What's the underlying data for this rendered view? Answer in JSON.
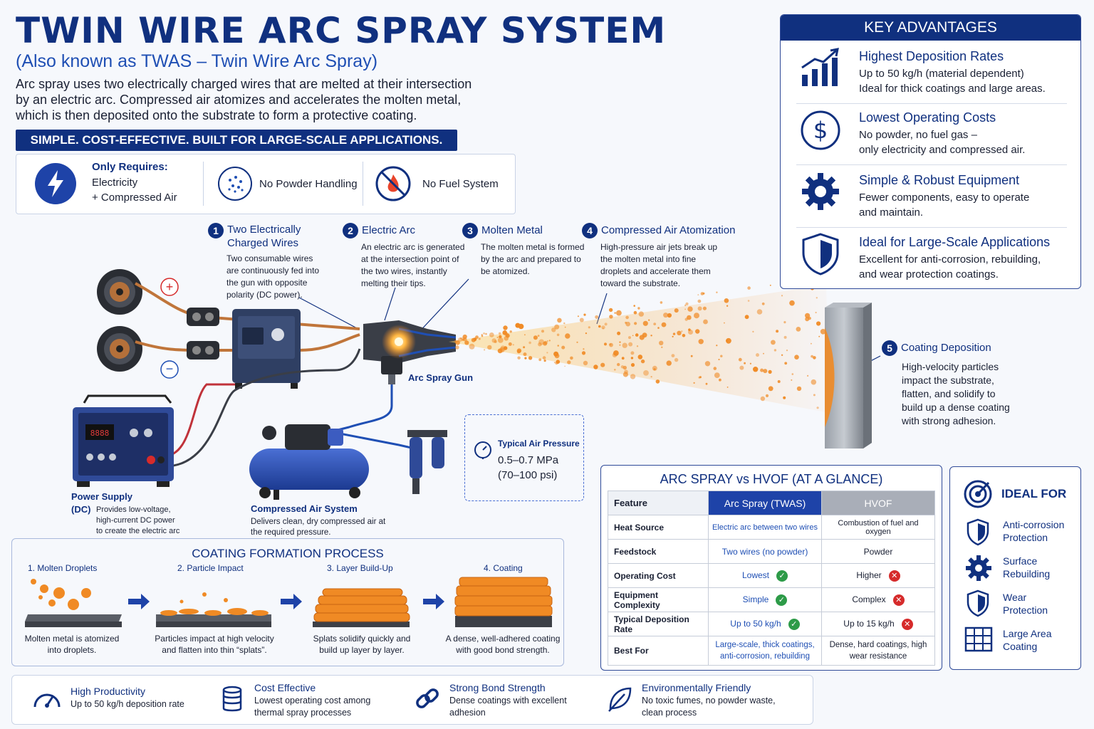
{
  "header": {
    "title": "TWIN WIRE ARC SPRAY SYSTEM",
    "subtitle": "(Also known as TWAS – Twin Wire Arc Spray)",
    "intro": "Arc spray uses two electrically charged wires that are melted at their intersection by an electric arc. Compressed air atomizes and accelerates the molten metal, which is then deposited onto the substrate to form a protective coating.",
    "banner": "SIMPLE. COST-EFFECTIVE. BUILT FOR LARGE-SCALE APPLICATIONS."
  },
  "requirements": {
    "only_requires_title": "Only Requires:",
    "only_requires_line1": "Electricity",
    "only_requires_line2": "+ Compressed Air",
    "no_powder": "No Powder Handling",
    "no_fuel": "No Fuel System"
  },
  "steps": [
    {
      "num": "1",
      "title": "Two Electrically Charged Wires",
      "desc": "Two consumable wires are continuously fed into the gun with opposite polarity (DC power)."
    },
    {
      "num": "2",
      "title": "Electric Arc",
      "desc": "An electric arc is generated at the intersection point of the two wires, instantly melting their tips."
    },
    {
      "num": "3",
      "title": "Molten Metal",
      "desc": "The molten metal is formed by the arc and prepared to be atomized."
    },
    {
      "num": "4",
      "title": "Compressed Air Atomization",
      "desc": "High-pressure air jets break up the molten metal into fine droplets and accelerate them toward the substrate."
    },
    {
      "num": "5",
      "title": "Coating Deposition",
      "desc": "High-velocity particles impact the substrate, flatten, and solidify to build up a dense coating with strong adhesion."
    }
  ],
  "labels": {
    "gun": "Arc Spray Gun",
    "power_title": "Power Supply",
    "power_dc": "(DC)",
    "power_desc": "Provides low-voltage, high-current DC power to create the electric arc between the wires.",
    "compressor_title": "Compressed Air System",
    "compressor_desc": "Delivers clean, dry compressed air at the required pressure.",
    "pressure_title": "Typical Air Pressure",
    "pressure_value": "0.5–0.7 MPa",
    "pressure_psi": "(70–100 psi)",
    "plus": "+",
    "minus": "−"
  },
  "advantages": {
    "heading": "KEY ADVANTAGES",
    "items": [
      {
        "title": "Highest Deposition Rates",
        "line1": "Up to 50 kg/h (material dependent)",
        "line2": "Ideal for thick coatings and large areas."
      },
      {
        "title": "Lowest Operating Costs",
        "line1": "No powder, no fuel gas –",
        "line2": "only electricity and compressed air."
      },
      {
        "title": "Simple & Robust Equipment",
        "line1": "Fewer components, easy to operate",
        "line2": "and maintain."
      },
      {
        "title": "Ideal for Large-Scale Applications",
        "line1": "Excellent for anti-corrosion, rebuilding,",
        "line2": "and wear protection coatings."
      }
    ]
  },
  "comparison": {
    "heading": "ARC SPRAY vs HVOF (AT A GLANCE)",
    "col_feature": "Feature",
    "col_arc": "Arc Spray (TWAS)",
    "col_hvof": "HVOF",
    "rows": [
      {
        "feature": "Heat Source",
        "arc": "Electric arc between two wires",
        "hvof": "Combustion of fuel and oxygen",
        "mark": ""
      },
      {
        "feature": "Feedstock",
        "arc": "Two wires (no powder)",
        "hvof": "Powder",
        "mark": ""
      },
      {
        "feature": "Operating Cost",
        "arc": "Lowest",
        "hvof": "Higher",
        "mark": "yes"
      },
      {
        "feature": "Equipment Complexity",
        "arc": "Simple",
        "hvof": "Complex",
        "mark": "yes"
      },
      {
        "feature": "Typical Deposition Rate",
        "arc": "Up to 50 kg/h",
        "hvof": "Up to 15 kg/h",
        "mark": "yes"
      },
      {
        "feature": "Best For",
        "arc": "Large-scale, thick coatings, anti-corrosion, rebuilding",
        "hvof": "Dense, hard coatings, high wear resistance",
        "mark": ""
      }
    ]
  },
  "ideal_for": {
    "heading": "IDEAL FOR",
    "items": [
      {
        "line1": "Anti-corrosion",
        "line2": "Protection"
      },
      {
        "line1": "Surface",
        "line2": "Rebuilding"
      },
      {
        "line1": "Wear",
        "line2": "Protection"
      },
      {
        "line1": "Large Area",
        "line2": "Coating"
      }
    ]
  },
  "process": {
    "heading": "COATING FORMATION PROCESS",
    "stages": [
      {
        "title": "1. Molten Droplets",
        "desc": "Molten metal is atomized into droplets."
      },
      {
        "title": "2. Particle Impact",
        "desc": "Particles impact at high velocity and flatten into thin “splats”."
      },
      {
        "title": "3. Layer Build-Up",
        "desc": "Splats solidify quickly and build up layer by layer."
      },
      {
        "title": "4. Coating",
        "desc": "A dense, well-adhered coating with good bond strength."
      }
    ]
  },
  "bottom": [
    {
      "title": "High Productivity",
      "desc": "Up to 50 kg/h deposition rate"
    },
    {
      "title": "Cost Effective",
      "desc": "Lowest operating cost among thermal spray processes"
    },
    {
      "title": "Strong Bond Strength",
      "desc": "Dense coatings with excellent adhesion"
    },
    {
      "title": "Environmentally Friendly",
      "desc": "No toxic fumes, no powder waste, clean process"
    }
  ],
  "colors": {
    "navy": "#10307f",
    "blue": "#1f4fb4",
    "orange": "#f08a24",
    "check": "#2d9b48",
    "cross": "#d62b2b"
  }
}
